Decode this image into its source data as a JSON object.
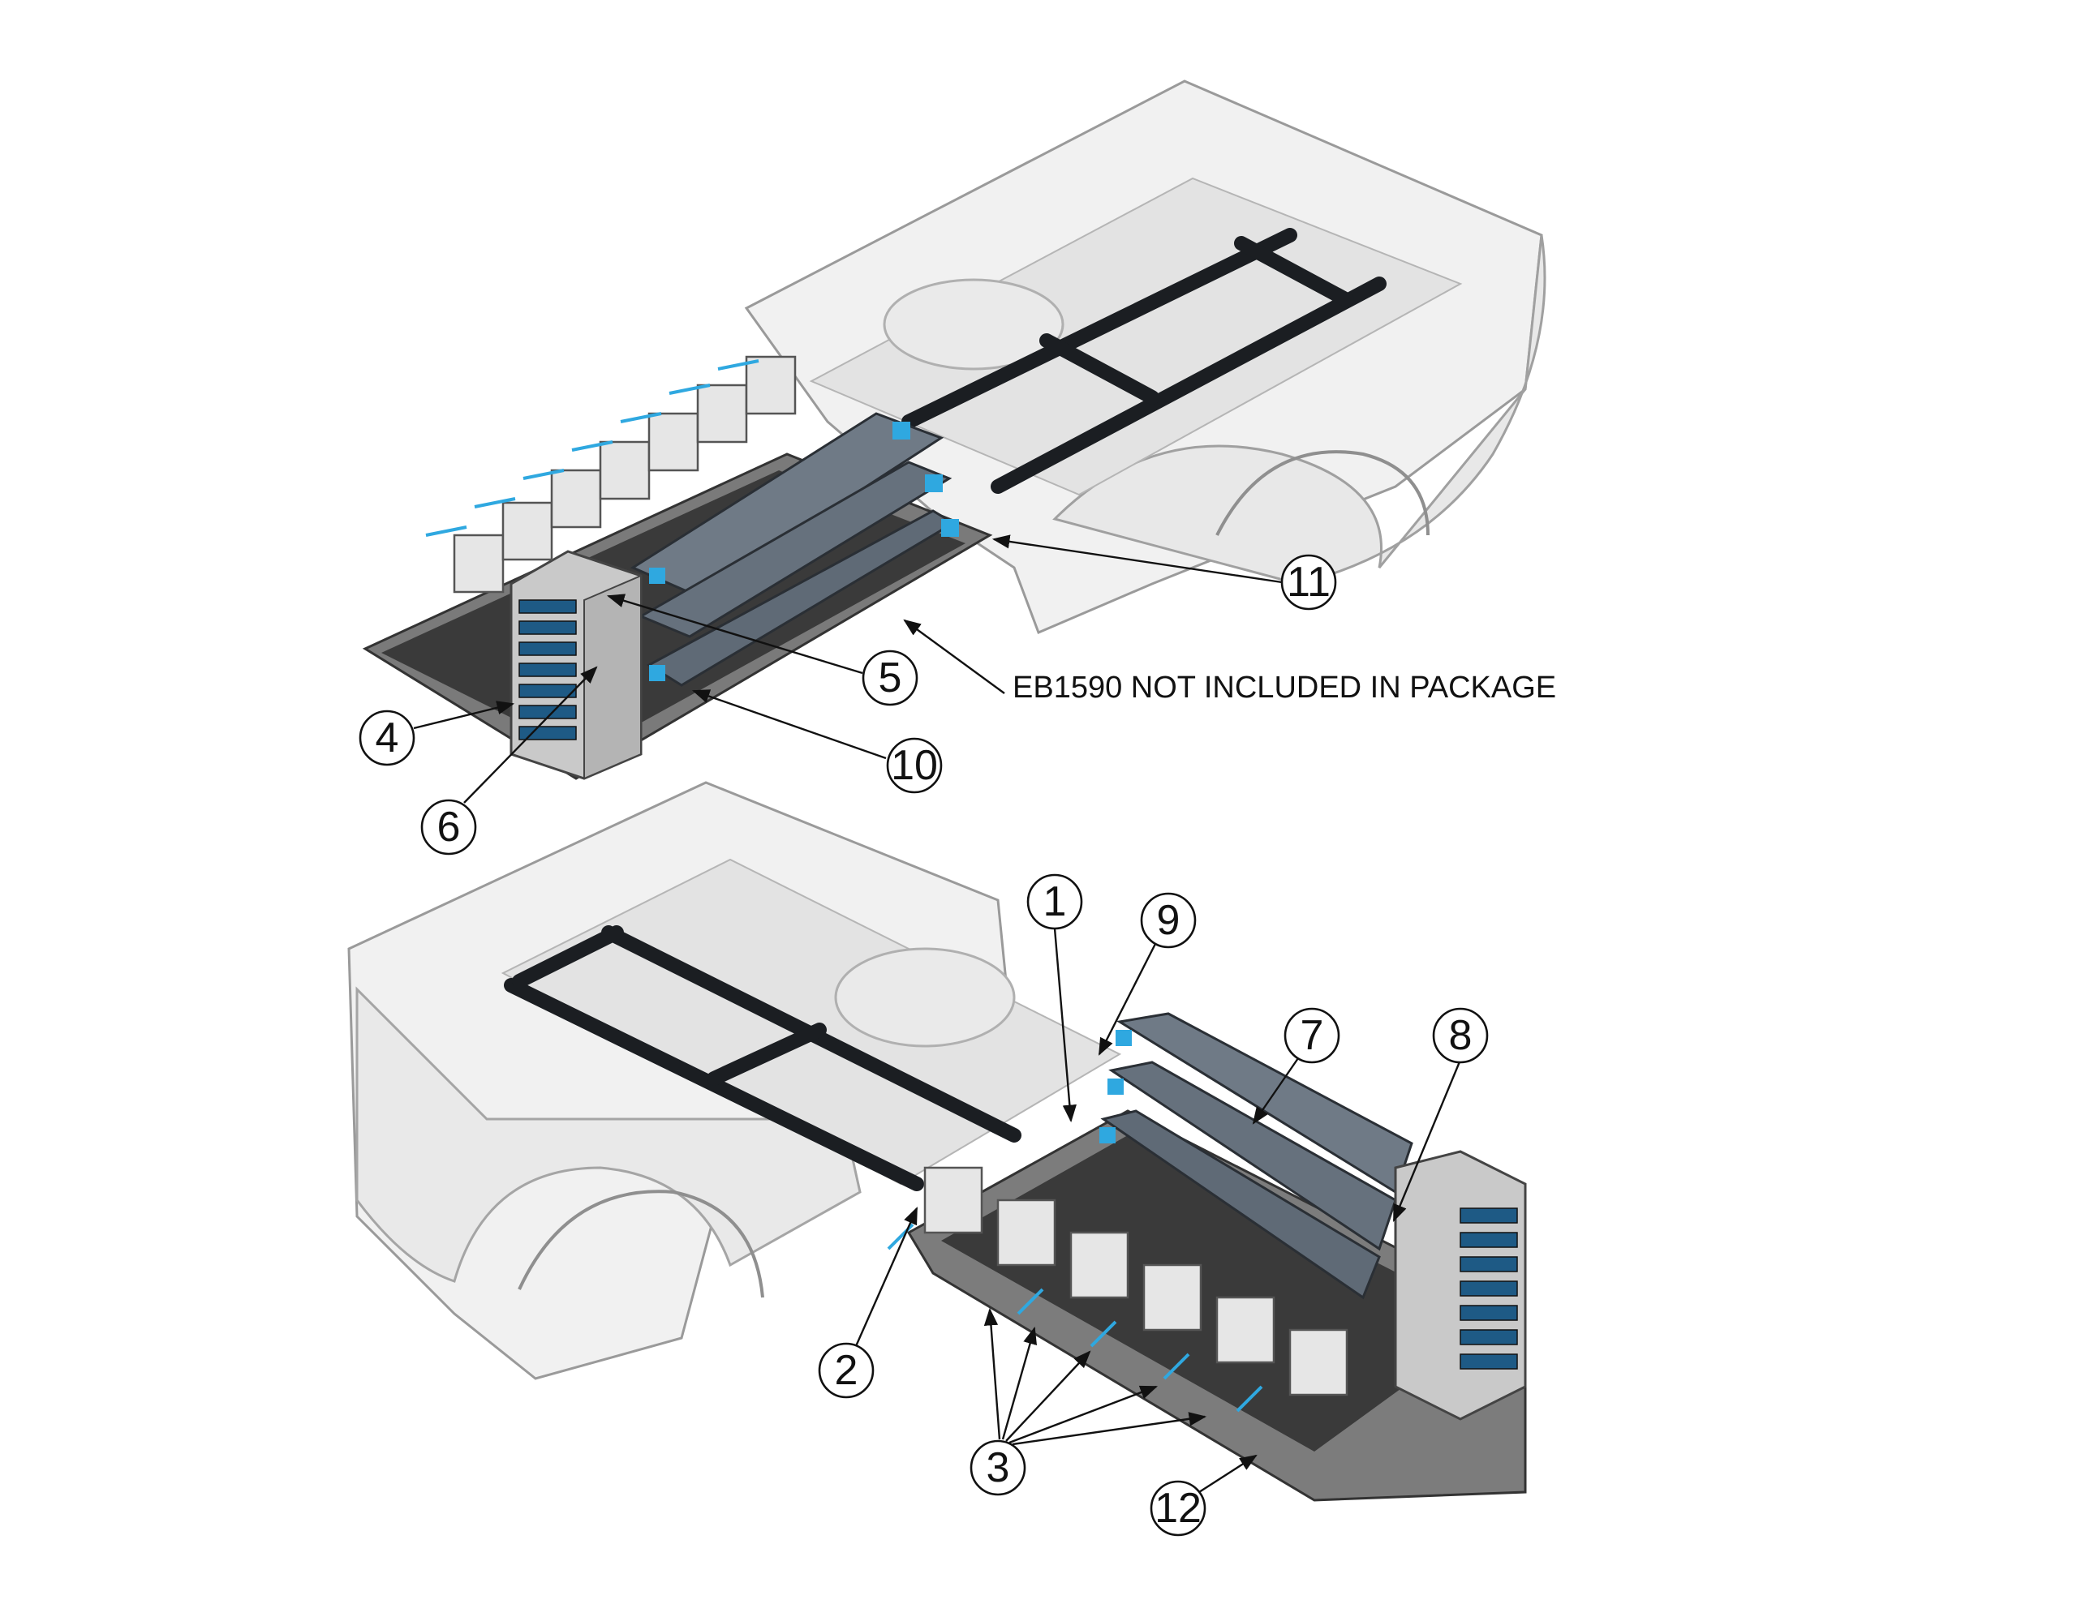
{
  "note": "EB1590 NOT INCLUDED IN PACKAGE",
  "callouts": {
    "c1": "1",
    "c2": "2",
    "c3": "3",
    "c4": "4",
    "c5": "5",
    "c6": "6",
    "c7": "7",
    "c8": "8",
    "c9": "9",
    "c10": "10",
    "c11": "11",
    "c12": "12"
  },
  "colors": {
    "accent_blue": "#2fa8e0",
    "frame_dark": "#1b1e22",
    "shelf_gray": "#6f7a86",
    "truck_white": "#f1f1f1",
    "floor_dark": "#3a3a3a"
  }
}
